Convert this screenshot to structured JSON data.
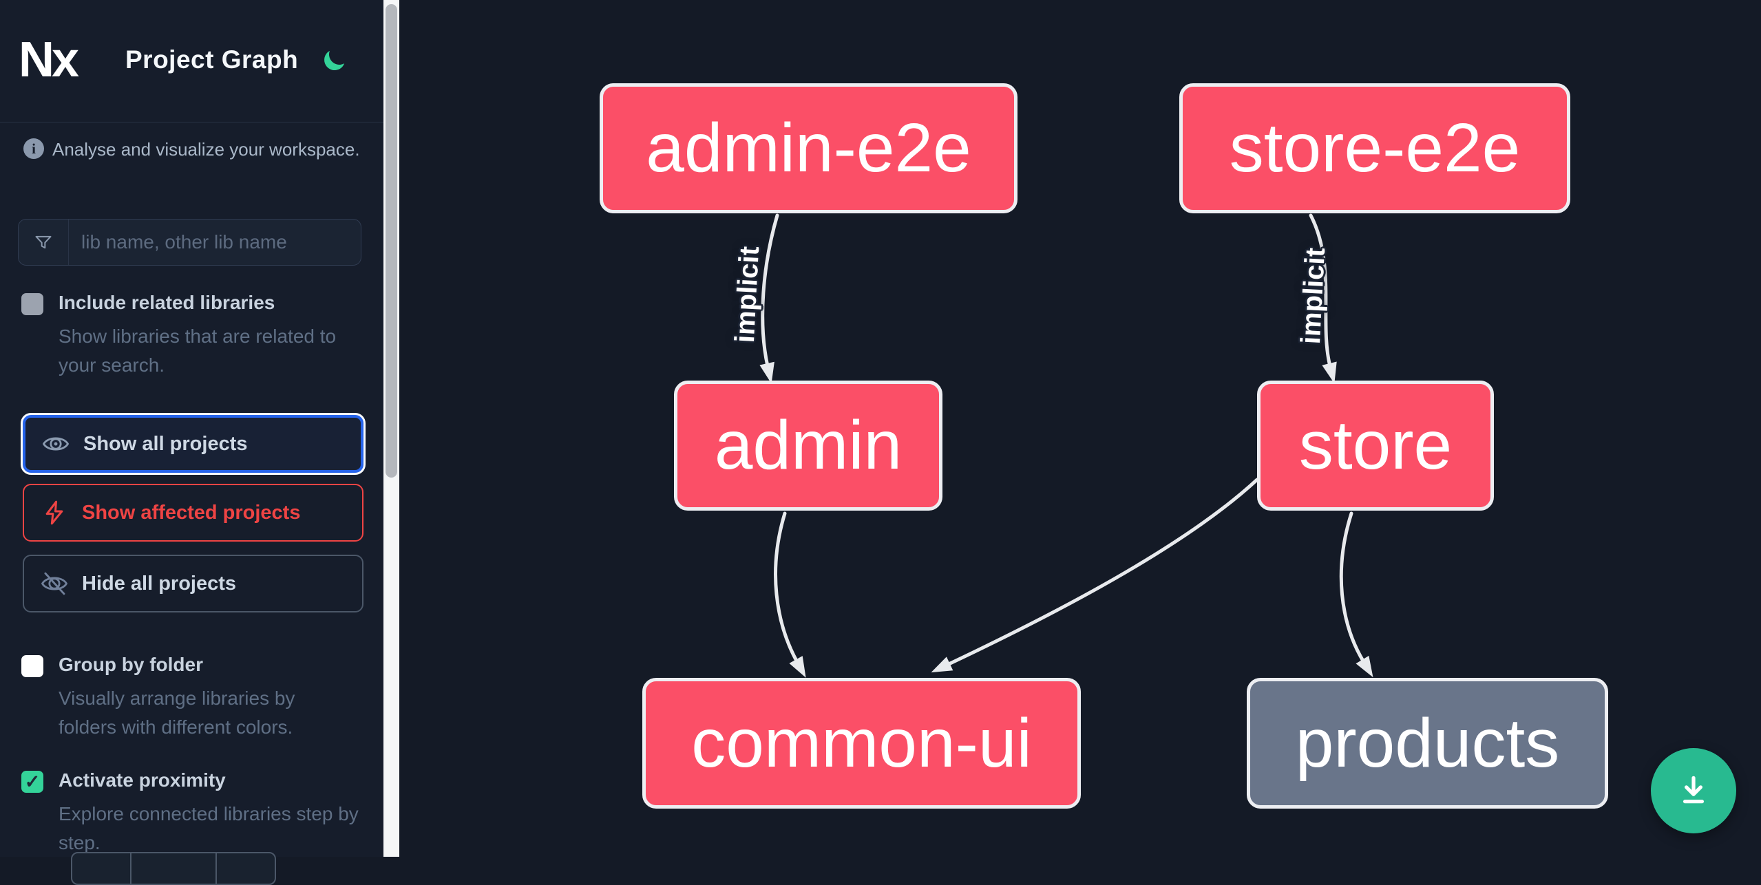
{
  "header": {
    "logo": "Nx",
    "title": "Project Graph",
    "theme_toggle_icon": "moon-icon"
  },
  "sidebar": {
    "tagline": "Analyse and visualize your workspace.",
    "search": {
      "placeholder": "lib name, other lib name",
      "value": "",
      "icon": "funnel-icon"
    },
    "include_related": {
      "label": "Include related libraries",
      "description": "Show libraries that are related to your search.",
      "checked": false
    },
    "actions": {
      "show_all": {
        "label": "Show all projects",
        "icon": "eye-icon",
        "focused": true
      },
      "show_affected": {
        "label": "Show affected projects",
        "icon": "bolt-icon"
      },
      "hide_all": {
        "label": "Hide all projects",
        "icon": "eye-off-icon"
      }
    },
    "group_by_folder": {
      "label": "Group by folder",
      "description": "Visually arrange libraries by folders with different colors.",
      "checked": false
    },
    "activate_proximity": {
      "label": "Activate proximity",
      "description": "Explore connected libraries step by step.",
      "checked": true,
      "checkmark": "✓"
    }
  },
  "graph": {
    "nodes": [
      {
        "id": "admin-e2e",
        "label": "admin-e2e",
        "style": "focused"
      },
      {
        "id": "store-e2e",
        "label": "store-e2e",
        "style": "focused"
      },
      {
        "id": "admin",
        "label": "admin",
        "style": "focused"
      },
      {
        "id": "store",
        "label": "store",
        "style": "focused"
      },
      {
        "id": "common-ui",
        "label": "common-ui",
        "style": "focused"
      },
      {
        "id": "products",
        "label": "products",
        "style": "unfocused"
      }
    ],
    "edges": [
      {
        "source": "admin-e2e",
        "target": "admin",
        "label": "implicit"
      },
      {
        "source": "store-e2e",
        "target": "store",
        "label": "implicit"
      },
      {
        "source": "admin",
        "target": "common-ui",
        "label": ""
      },
      {
        "source": "store",
        "target": "common-ui",
        "label": ""
      },
      {
        "source": "store",
        "target": "products",
        "label": ""
      }
    ]
  },
  "fab": {
    "icon": "download-icon"
  },
  "colors": {
    "node_focused": "#fb4f67",
    "node_unfocused": "#69758a",
    "node_border": "#edeef2",
    "edge": "#e8eaed",
    "fab_green": "#28ba90",
    "focus_blue": "#2563eb",
    "danger_red": "#ef4444",
    "proximity_green": "#34d399",
    "moon_green": "#34d399"
  }
}
